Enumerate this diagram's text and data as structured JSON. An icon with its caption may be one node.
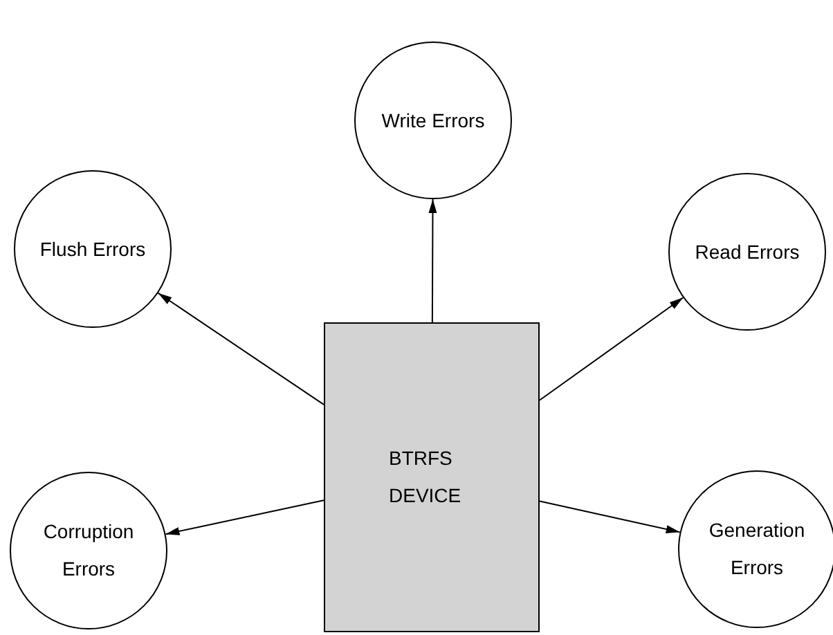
{
  "diagram": {
    "nodes": [
      {
        "text": [
          "Write Errors"
        ]
      },
      {
        "text": [
          "Flush Errors"
        ]
      },
      {
        "text": [
          "Read Errors"
        ]
      },
      {
        "text": [
          "BTRFS DEVICE"
        ]
      },
      {
        "text": [
          "Corruption Errors"
        ]
      },
      {
        "text": [
          "Generation Errors"
        ]
      }
    ],
    "edges": [
      {
        "from": 3,
        "to": 0,
        "arrow": "to"
      },
      {
        "from": 3,
        "to": 1,
        "arrow": "to"
      },
      {
        "from": 3,
        "to": 2,
        "arrow": "to"
      },
      {
        "from": 3,
        "to": 4,
        "arrow": "to"
      },
      {
        "from": 3,
        "to": 5,
        "arrow": "to"
      }
    ]
  }
}
